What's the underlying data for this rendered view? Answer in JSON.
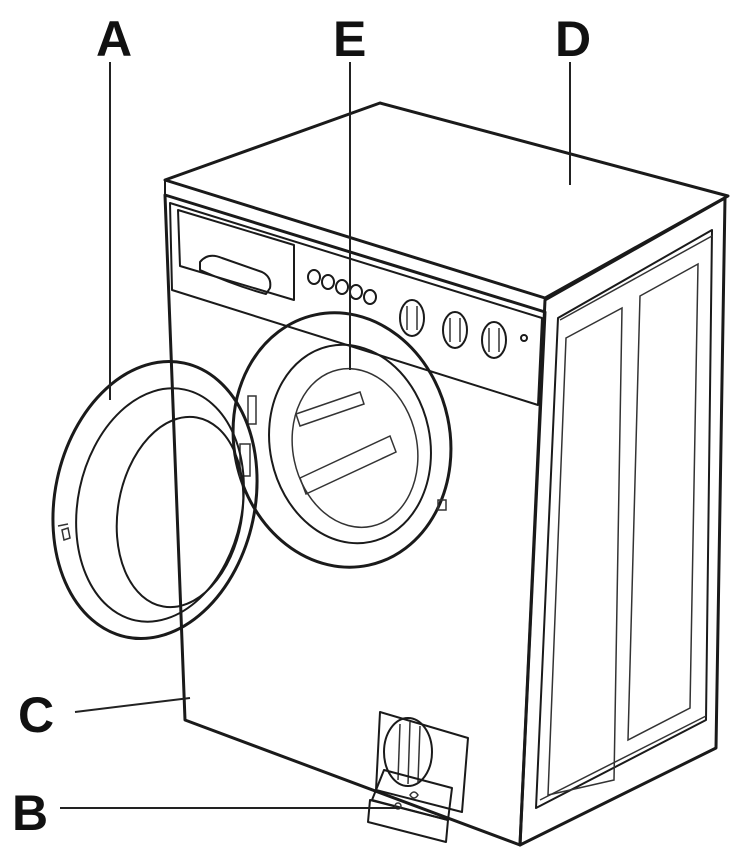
{
  "labels": {
    "a": "A",
    "b": "B",
    "c": "C",
    "d": "D",
    "e": "E"
  },
  "colors": {
    "line": "#1a1a1a",
    "panel": "#f4f4f4",
    "drum_shade": "#d6d6d6",
    "side_inset": "#e6e6e6",
    "text": "#111111"
  }
}
